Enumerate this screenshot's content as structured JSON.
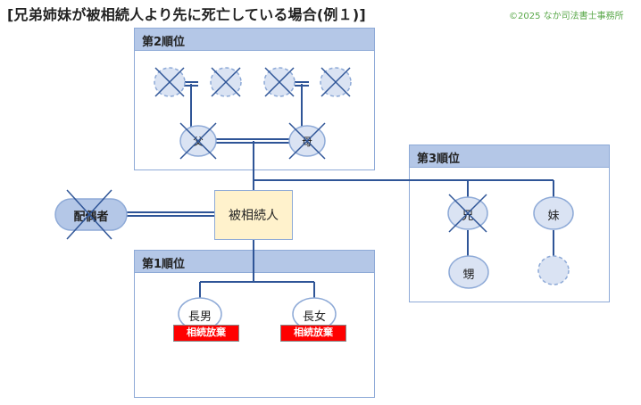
{
  "title": "[兄弟姉妹が被相続人より先に死亡している場合(例１)]",
  "copyright": "©2025 なか司法書士事務所",
  "rank2": {
    "label": "第2順位",
    "father": "父",
    "mother": "母"
  },
  "rank3": {
    "label": "第3順位",
    "brother": "兄",
    "sister": "妹",
    "nephew": "甥"
  },
  "rank1": {
    "label": "第1順位",
    "eldest_son": "長男",
    "eldest_daughter": "長女",
    "renounce_label": "相続放棄"
  },
  "spouse": "配偶者",
  "decedent": "被相続人",
  "colors": {
    "box_border": "#8eaad7",
    "box_header": "#b4c7e7",
    "node_fill": "#dae3f3",
    "decedent_fill": "#fff2cc",
    "renounce": "#ff0000"
  }
}
